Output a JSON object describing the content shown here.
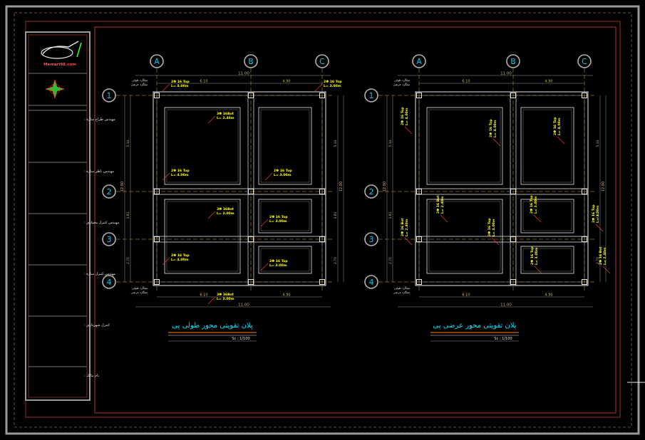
{
  "title_block": {
    "logo_text": "Memari98.com",
    "fields": [
      {
        "label": "مهندس طراح سازه :"
      },
      {
        "label": "مهندس ناظر سازه :"
      },
      {
        "label": "مهندس کنترل معماری :"
      },
      {
        "label": "مهندس کنترل سازه :"
      },
      {
        "label": "کنترل شهرداری :"
      },
      {
        "label": "نام مالک :"
      }
    ]
  },
  "left_plan": {
    "title": "پلان تقویتی محور طولی پی",
    "scale": "Sc : 1/100",
    "col_axes": [
      "A",
      "B",
      "C"
    ],
    "row_axes": [
      "1",
      "2",
      "3",
      "4"
    ],
    "overall_dim": "11.00",
    "span_dims": [
      "6.10",
      "4.90"
    ],
    "height_dim": "12.80",
    "row_dims": [
      "5.14",
      "3.81",
      "2.70"
    ],
    "bar_labels": [
      {
        "t1": "2Φ 16 Top",
        "t2": "L= 4.00m"
      },
      {
        "t1": "2Φ 16 Top",
        "t2": "L= 3.00m"
      },
      {
        "t1": "3Φ 16Bot",
        "t2": "L= 2.40m"
      },
      {
        "t1": "2Φ 16 Top",
        "t2": "L= 4.00m"
      },
      {
        "t1": "2Φ 16 Top",
        "t2": "L= 3.00m"
      },
      {
        "t1": "3Φ 16Bot",
        "t2": "L= 3.00m"
      },
      {
        "t1": "2Φ 16 Top",
        "t2": "L= 3.00m"
      },
      {
        "t1": "2Φ 16 Top",
        "t2": "L= 4.00m"
      },
      {
        "t1": "2Φ 16 Top",
        "t2": "L= 3.00m"
      },
      {
        "t1": "3Φ 16Bot",
        "t2": "L= 3.00m"
      }
    ],
    "note_top": "میلگرد طولی",
    "note_top2": "میلگرد عرضی",
    "note_bottom": "میلگرد طولی",
    "note_bottom2": "میلگرد عرضی"
  },
  "right_plan": {
    "title": "پلان تقویتی محور عرضی پی",
    "scale": "Sc : 1/100",
    "col_axes": [
      "A",
      "B",
      "C"
    ],
    "row_axes": [
      "1",
      "2",
      "3",
      "4"
    ],
    "overall_dim": "11.00",
    "span_dims": [
      "6.10",
      "4.90"
    ],
    "height_dim": "12.80",
    "row_dims": [
      "5.14",
      "3.81",
      "2.70"
    ],
    "bar_labels": [
      {
        "t1": "2Φ 16 Top",
        "t2": "L= 4.00m"
      },
      {
        "t1": "2Φ 16 Top",
        "t2": "L= 4.00m"
      },
      {
        "t1": "2Φ 16 Top",
        "t2": "L= 4.00m"
      },
      {
        "t1": "2Φ 16 Bot",
        "t2": "L= 2.40m"
      },
      {
        "t1": "2Φ 16 Top",
        "t2": "L= 4.00m"
      },
      {
        "t1": "2Φ 16 Top",
        "t2": "L= 3.00m"
      },
      {
        "t1": "2Φ 16 Bot",
        "t2": "L= 2.40m"
      },
      {
        "t1": "2Φ 16 Top",
        "t2": "L= 3.00m"
      },
      {
        "t1": "2Φ 16 Top",
        "t2": "L= 3.00m"
      },
      {
        "t1": "2Φ 16 Bot",
        "t2": "L= 2.40m"
      }
    ],
    "note_top": "میلگرد طولی",
    "note_top2": "میلگرد عرضی",
    "note_bottom": "میلگرد طولی",
    "note_bottom2": "میلگرد عرضی"
  },
  "colors": {
    "background": "#000000",
    "frame_gray": "#9a9a9a",
    "border_red": "#7a2a20",
    "axis_yellow": "#d8b400",
    "gray_line": "#9a9a9a",
    "white": "#e6e6e6",
    "label_yellow": "#ffff00",
    "title_cyan": "#00e0ff",
    "red_leader": "#ff3c3c",
    "dim_text": "#c9b06a"
  }
}
